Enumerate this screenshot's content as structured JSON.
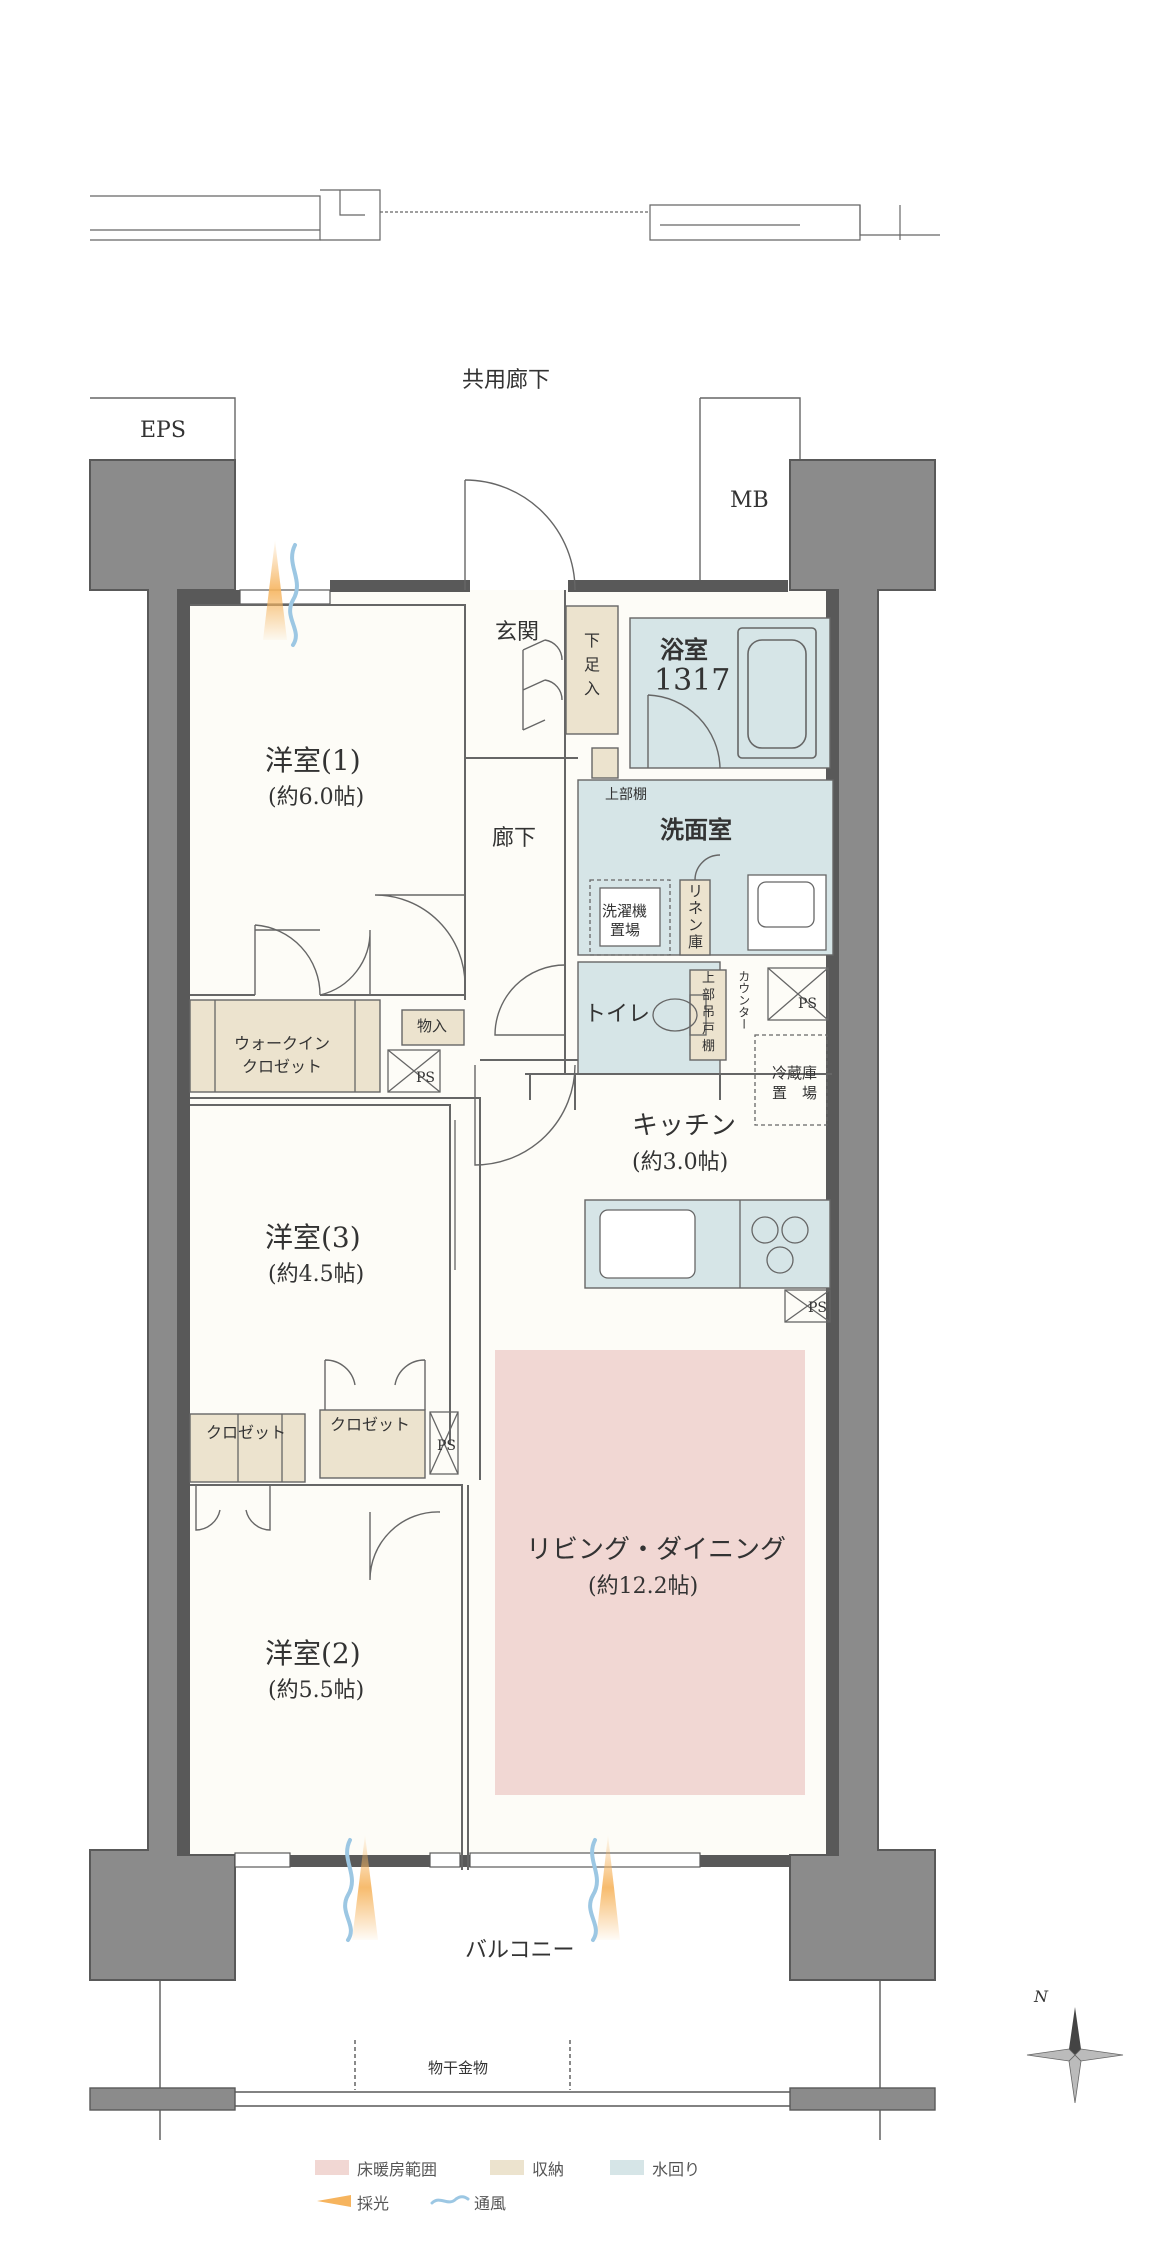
{
  "labels": {
    "corridor": "共用廊下",
    "eps": "EPS",
    "mb": "MB",
    "genkan": "玄関",
    "shoes_a": "下",
    "shoes_b": "足",
    "shoes_c": "入",
    "bath_name": "浴室",
    "bath_size": "1317",
    "upper_shelf": "上部棚",
    "hallway": "廊下",
    "washroom": "洗面室",
    "washer_a": "洗濯機",
    "washer_b": "置場",
    "linen_a": "リ",
    "linen_b": "ネ",
    "linen_c": "ン",
    "linen_d": "庫",
    "counter": "カウンター",
    "toilet": "トイレ",
    "toilet_shelf_a": "上",
    "toilet_shelf_b": "部",
    "toilet_shelf_c": "吊",
    "toilet_shelf_d": "戸",
    "toilet_shelf_e": "棚",
    "ps": "PS",
    "fridge_a": "冷蔵庫",
    "fridge_b": "置　場",
    "room1_name": "洋室(1)",
    "room1_size": "(約6.0帖)",
    "monoire": "物入",
    "walkin_a": "ウォークイン",
    "walkin_b": "クロゼット",
    "kitchen_name": "キッチン",
    "kitchen_size": "(約3.0帖)",
    "room3_name": "洋室(3)",
    "room3_size": "(約4.5帖)",
    "closet": "クロゼット",
    "living_name": "リビング・ダイニング",
    "living_size": "(約12.2帖)",
    "room2_name": "洋室(2)",
    "room2_size": "(約5.5帖)",
    "balcony": "バルコニー",
    "laundry_pole": "物干金物",
    "compass_n": "N"
  },
  "legend": [
    {
      "label": "床暖房範囲",
      "color": "#f1d7d3"
    },
    {
      "label": "収納",
      "color": "#ece3ce"
    },
    {
      "label": "水回り",
      "color": "#d6e5e7"
    },
    {
      "label": "採光",
      "color": "#f6b45e"
    },
    {
      "label": "通風",
      "color": "#9cc7e3"
    }
  ],
  "colors": {
    "wall": "#595959",
    "floor": "#fdfcf7",
    "floor_heating": "#f1d7d3",
    "storage": "#ece3ce",
    "wet_area": "#d6e5e7"
  }
}
